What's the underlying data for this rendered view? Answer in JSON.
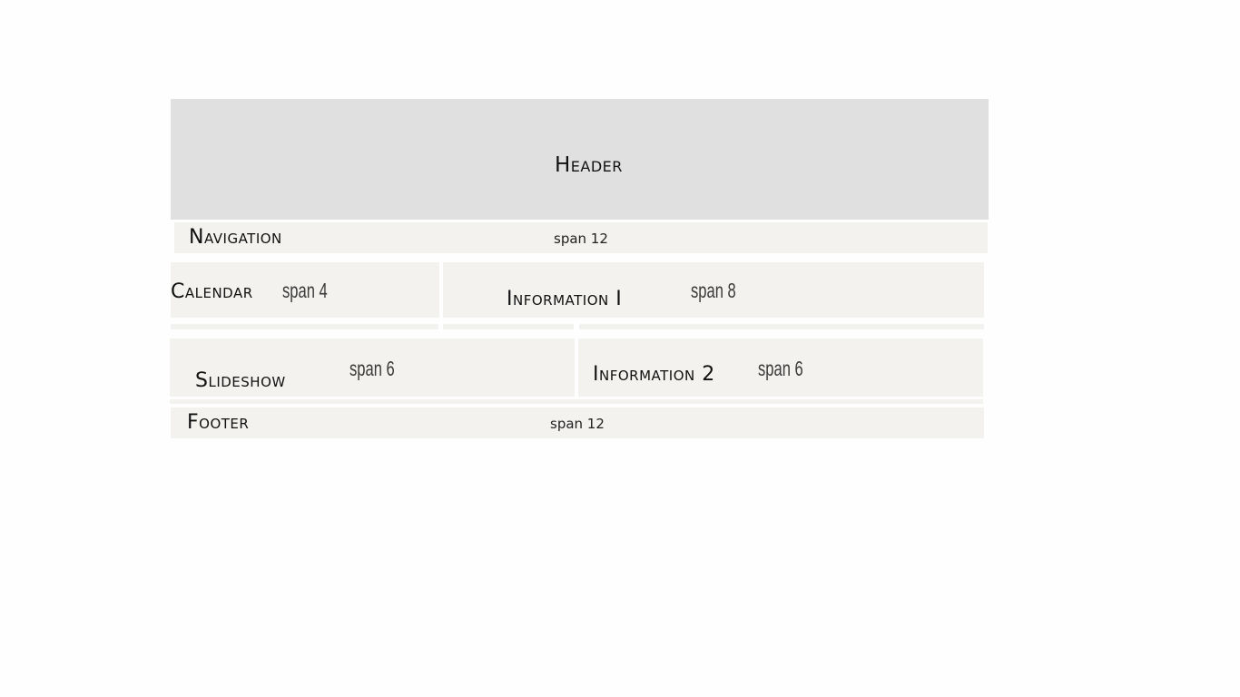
{
  "layout": {
    "header": {
      "title": "Header"
    },
    "navigation": {
      "title": "Navigation",
      "span": "span 12"
    },
    "calendar": {
      "title": "Calendar",
      "span": "span 4"
    },
    "information1": {
      "title": "Information I",
      "span": "span 8"
    },
    "slideshow": {
      "title": "Slideshow",
      "span": "span 6"
    },
    "information2": {
      "title": "Information 2",
      "span": "span 6"
    },
    "footer": {
      "title": "Footer",
      "span": "span 12"
    }
  },
  "colors": {
    "header_bg": "#e0e0e0",
    "block_bg": "#f3f2ef",
    "page_bg": "#fefefe"
  }
}
